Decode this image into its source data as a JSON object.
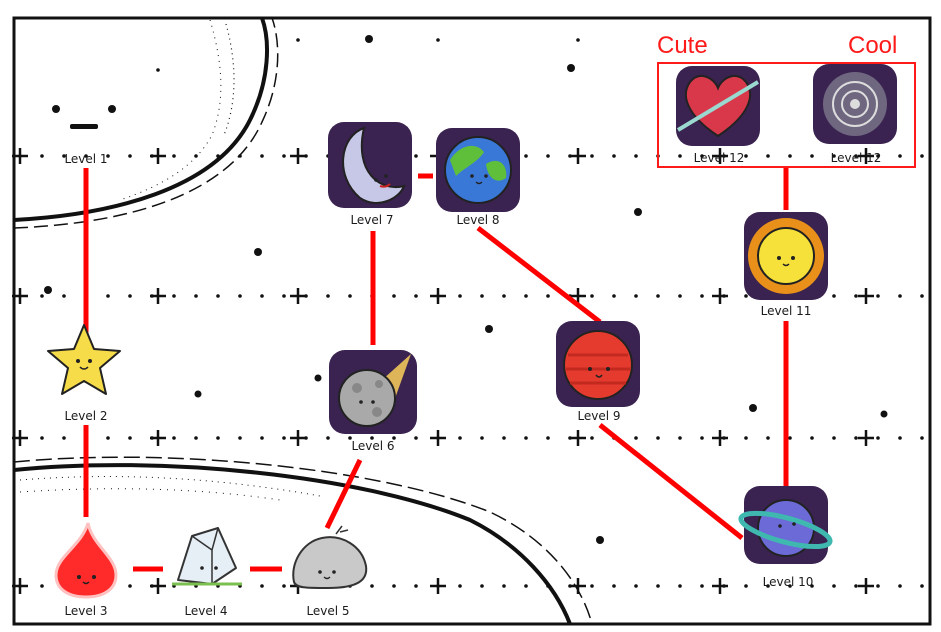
{
  "colors": {
    "path": "#ff0000",
    "ink": "#111111",
    "space": "#3a2350",
    "sun": "#f6c21c",
    "star": "#f7dc4a",
    "drop": "#ff2a2a",
    "planet_red": "#e53b2e",
    "planet_blue": "#6b6ad6",
    "ring": "#3fb8b0",
    "earth_sea": "#3a78d8",
    "earth_land": "#5fbf3a",
    "moon": "#c7c7e8",
    "rock": "#bdbdbd",
    "crystal": "#cfe0f0",
    "choice_frame": "#ff1a1a"
  },
  "choice": {
    "left_label": "Cute",
    "right_label": "Cool"
  },
  "levels": [
    {
      "id": "level-1",
      "label": "Level 1",
      "icon": "face-icon"
    },
    {
      "id": "level-2",
      "label": "Level 2",
      "icon": "star-icon"
    },
    {
      "id": "level-3",
      "label": "Level 3",
      "icon": "drop-icon"
    },
    {
      "id": "level-4",
      "label": "Level 4",
      "icon": "crystal-icon"
    },
    {
      "id": "level-5",
      "label": "Level 5",
      "icon": "rock-icon"
    },
    {
      "id": "level-6",
      "label": "Level 6",
      "icon": "asteroid-icon"
    },
    {
      "id": "level-7",
      "label": "Level 7",
      "icon": "moon-icon"
    },
    {
      "id": "level-8",
      "label": "Level 8",
      "icon": "earth-icon"
    },
    {
      "id": "level-9",
      "label": "Level 9",
      "icon": "red-planet-icon"
    },
    {
      "id": "level-10",
      "label": "Level 10",
      "icon": "ringed-planet-icon"
    },
    {
      "id": "level-11",
      "label": "Level 11",
      "icon": "sun-icon"
    },
    {
      "id": "level-12-cute",
      "label": "Level 12",
      "icon": "heart-icon"
    },
    {
      "id": "level-12-cool",
      "label": "Level 12",
      "icon": "galaxy-icon"
    }
  ]
}
